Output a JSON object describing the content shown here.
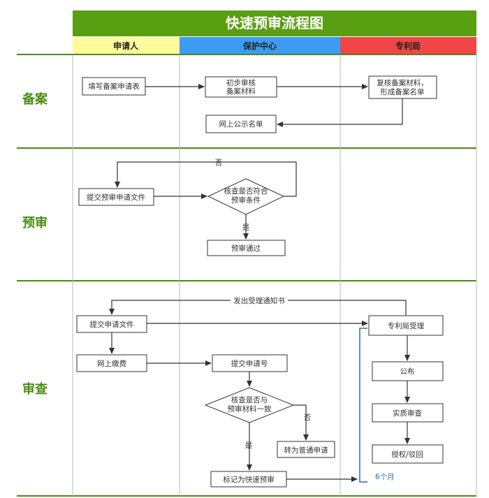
{
  "title": "快速预审流程图",
  "columns": [
    "申请人",
    "保护中心",
    "专利局"
  ],
  "stages": {
    "filing": "备案",
    "prereview": "预审",
    "examination": "审查"
  },
  "filing": {
    "fill_form": "填写备案申请表",
    "initial_review_l1": "初步审核",
    "initial_review_l2": "备案材料",
    "recheck_l1": "复核备案材料，",
    "recheck_l2": "形成备案名单",
    "publish_list": "网上公示名单"
  },
  "prereview": {
    "submit_docs": "提交预审申请文件",
    "check_l1": "核查是否符合",
    "check_l2": "预审条件",
    "no_label": "否",
    "yes_label": "是",
    "passed": "预审通过"
  },
  "examination": {
    "notice_label": "发出受理通知书",
    "submit_application": "提交申请文件",
    "online_fee": "网上缴费",
    "submit_number": "提交申请号",
    "check_l1": "核查是否与",
    "check_l2": "预审材料一致",
    "no_label": "否",
    "yes_label": "是",
    "to_normal": "转为普通申请",
    "mark_fast": "标记为快速预审",
    "accept": "专利局受理",
    "publish": "公布",
    "substantive": "实质审查",
    "grant": "授权/驳回",
    "duration": "6个月"
  },
  "colors": {
    "title_bg": "#5a9e12",
    "col1_bg": "#fffa9a",
    "col2_bg": "#3c9cf2",
    "col3_bg": "#f24545",
    "stage_text": "#4a8c14",
    "grid": "#4a8c14",
    "bracket": "#2a6cb0",
    "duration_text": "#2a6cb0"
  }
}
